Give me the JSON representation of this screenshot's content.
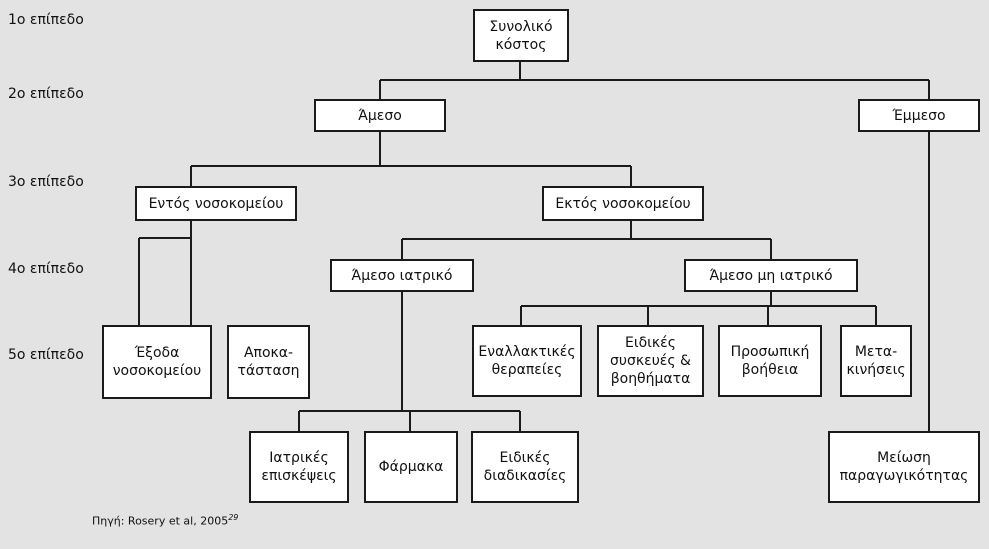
{
  "levels": [
    "1ο επίπεδο",
    "2ο επίπεδο",
    "3ο επίπεδο",
    "4ο επίπεδο",
    "5ο επίπεδο"
  ],
  "nodes": {
    "total_cost": "Συνολικό\nκόστος",
    "direct": "Άμεσο",
    "indirect": "Έμμεσο",
    "in_hospital": "Εντός νοσοκομείου",
    "out_hospital": "Εκτός νοσοκομείου",
    "direct_medical": "Άμεσο ιατρικό",
    "direct_nonmedical": "Άμεσο μη ιατρικό",
    "hospital_discharge": "Έξοδα\nνοσοκομείου",
    "rehabilitation": "Αποκα-\nτάσταση",
    "alternative_therapies": "Εναλλακτικές\nθεραπείες",
    "special_devices": "Ειδικές\nσυσκευές &\nβοηθήματα",
    "personal_assistance": "Προσωπική\nβοήθεια",
    "transport": "Μετα-\nκινήσεις",
    "medical_visits": "Ιατρικές\nεπισκέψεις",
    "drugs": "Φάρμακα",
    "special_procedures": "Ειδικές\nδιαδικασίες",
    "productivity_loss": "Μείωση\nπαραγωγικότητας"
  },
  "source": {
    "text": "Πηγή: Rosery et al, 2005",
    "ref": "29"
  }
}
